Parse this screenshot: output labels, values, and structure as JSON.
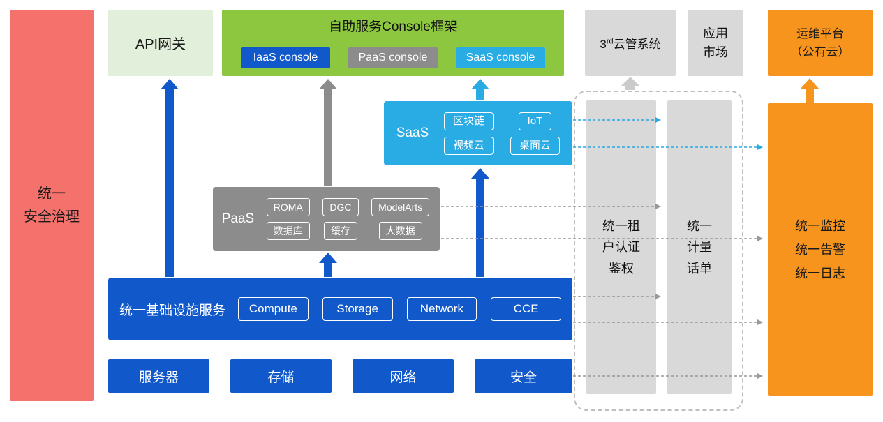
{
  "colors": {
    "red": "#F5716C",
    "light-green": "#E2EFDA",
    "green": "#8DC63F",
    "blue": "#1159CB",
    "gray": "#8C8C8C",
    "light-gray": "#D9D9D9",
    "cyan": "#29ABE3",
    "orange": "#F7941D",
    "line-gray": "#999999",
    "dash-border": "#BFBFBF",
    "arrow-light": "#CBCBCB"
  },
  "security_bar": {
    "label": "统一\n安全治理"
  },
  "api_gateway": {
    "label": "API网关"
  },
  "console_frame": {
    "title": "自助服务Console框架",
    "consoles": [
      {
        "label": "IaaS console"
      },
      {
        "label": "PaaS console"
      },
      {
        "label": "SaaS console"
      }
    ]
  },
  "third_party_cloud": {
    "prefix": "3",
    "sup": "rd",
    "rest": "云管系统"
  },
  "app_market": {
    "label": "应用\n市场"
  },
  "om_platform": {
    "label": "运维平台\n（公有云）"
  },
  "saas": {
    "label": "SaaS",
    "items": [
      "区块链",
      "IoT",
      "视频云",
      "桌面云"
    ]
  },
  "paas": {
    "label": "PaaS",
    "items": [
      "ROMA",
      "DGC",
      "ModelArts",
      "数据库",
      "缓存",
      "大数据"
    ]
  },
  "iaas": {
    "label": "统一基础设施服务",
    "items": [
      "Compute",
      "Storage",
      "Network",
      "CCE"
    ]
  },
  "hardware": {
    "items": [
      "服务器",
      "存储",
      "网络",
      "安全"
    ]
  },
  "auth_bar": {
    "label": "统一租\n户认证\n鉴权"
  },
  "metering_bar": {
    "label": "统一\n计量\n话单"
  },
  "monitor_bar": {
    "label": "统一监控\n统一告警\n统一日志"
  }
}
